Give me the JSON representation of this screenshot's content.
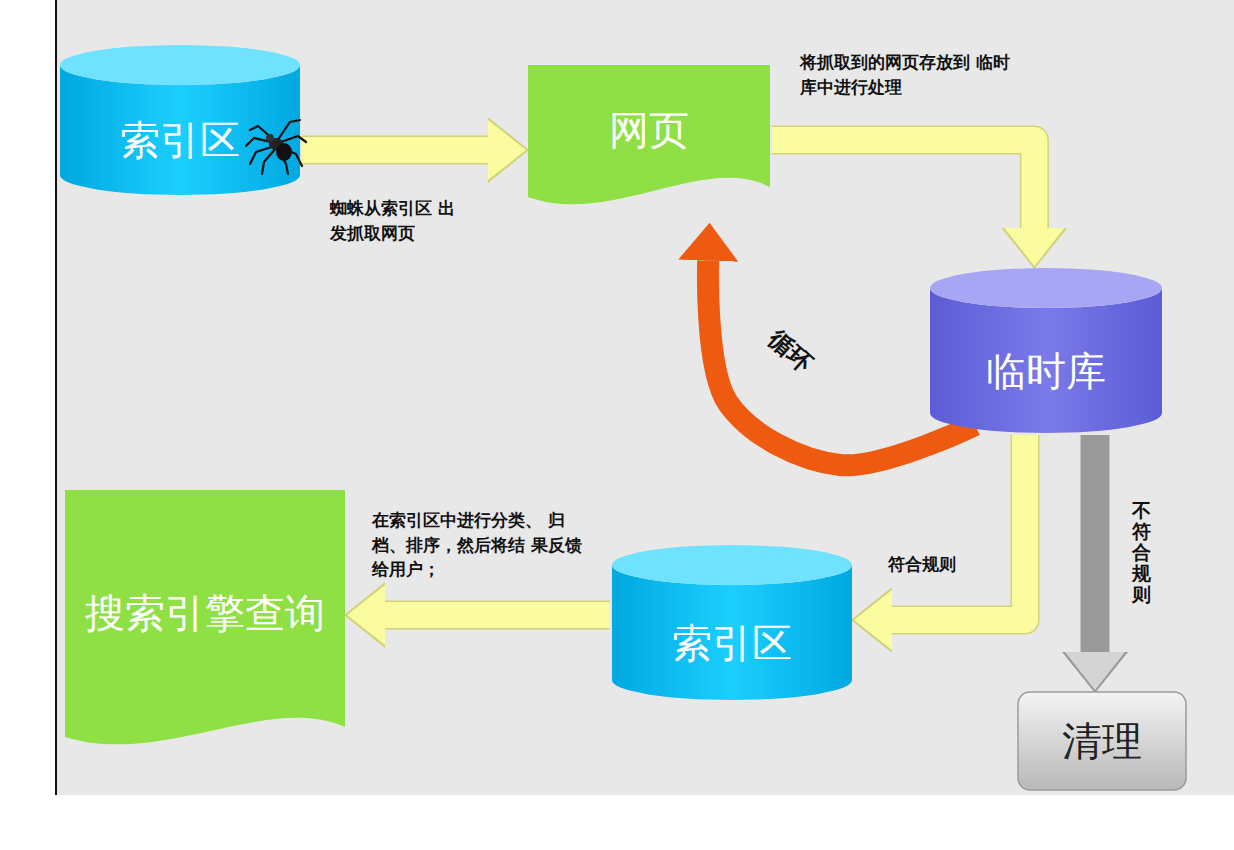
{
  "diagram": {
    "nodes": [
      {
        "text": [
          "索引区"
        ]
      },
      {
        "text": [
          "网页"
        ]
      },
      {
        "text": [
          "临时库"
        ]
      },
      {
        "text": [
          "索引区"
        ]
      },
      {
        "text": [
          "搜索引擎查询"
        ]
      },
      {
        "text": [
          "清理"
        ]
      }
    ],
    "edges": [
      {
        "from": 0,
        "to": 1,
        "arrow": "to",
        "label": "蜘蛛从索引区 出发抓取网页"
      },
      {
        "from": 1,
        "to": 2,
        "arrow": "to",
        "label": "将抓取到的网页存放到 临时库中进行处理"
      },
      {
        "from": 2,
        "to": 1,
        "arrow": "to",
        "label": "循环"
      },
      {
        "from": 2,
        "to": 3,
        "arrow": "to",
        "label": "符合规则"
      },
      {
        "from": 2,
        "to": 5,
        "arrow": "to",
        "label": "不符合规则"
      },
      {
        "from": 3,
        "to": 4,
        "arrow": "to",
        "label": "在索引区中进行分类、 归档、排序，然后将结 果反馈给用户；"
      }
    ]
  }
}
